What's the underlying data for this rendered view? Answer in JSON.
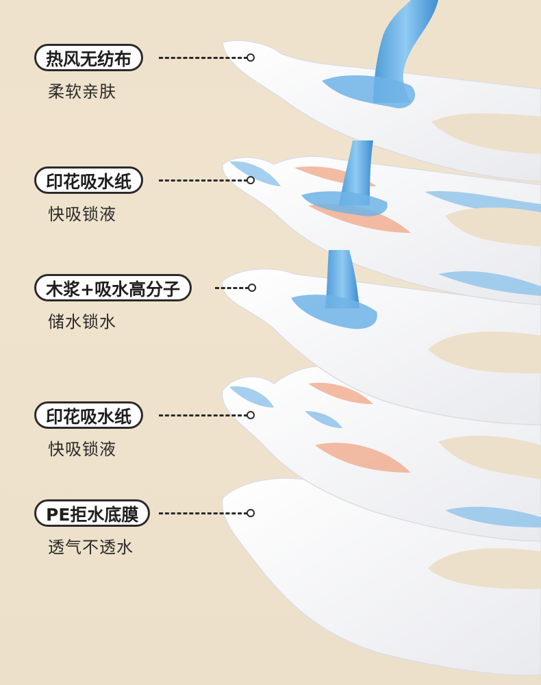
{
  "layers": [
    {
      "title": "热风无纺布",
      "subtitle": "柔软亲肤"
    },
    {
      "title": "印花吸水纸",
      "subtitle": "快吸锁液"
    },
    {
      "title": "木浆+吸水高分子",
      "subtitle": "储水锁水"
    },
    {
      "title": "印花吸水纸",
      "subtitle": "快吸锁液"
    },
    {
      "title": "PE拒水底膜",
      "subtitle": "透气不透水"
    }
  ],
  "colors": {
    "background": "#efe2cc",
    "sheet": "#f7f7f8",
    "water": "#6fb3e6",
    "print_blue": "#8fc3ea",
    "print_orange": "#f0a585",
    "label_border": "#2a2a2a"
  }
}
